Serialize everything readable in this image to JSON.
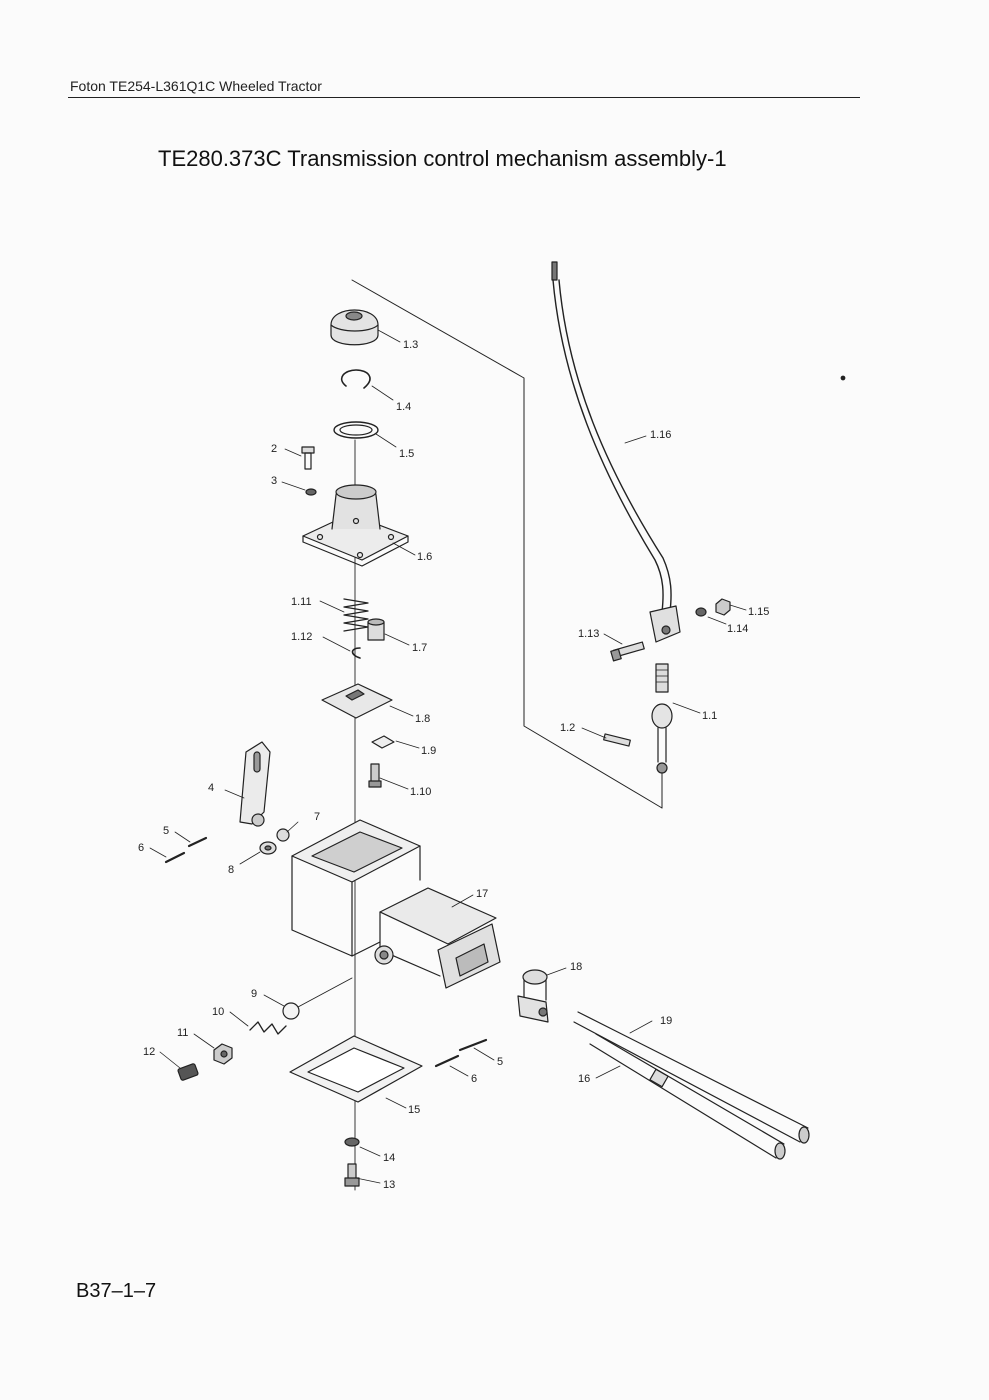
{
  "header": {
    "document_title": "Foton TE254-L361Q1C Wheeled Tractor"
  },
  "drawing": {
    "title": "TE280.373C  Transmission control mechanism assembly-1"
  },
  "footer": {
    "page_code": "B37–1–7"
  },
  "callouts": {
    "c1_3": "1.3",
    "c1_4": "1.4",
    "c1_5": "1.5",
    "c1_6": "1.6",
    "c1_7": "1.7",
    "c1_8": "1.8",
    "c1_9": "1.9",
    "c1_10": "1.10",
    "c1_11": "1.11",
    "c1_12": "1.12",
    "c1_13": "1.13",
    "c1_14": "1.14",
    "c1_15": "1.15",
    "c1_16": "1.16",
    "c1_1": "1.1",
    "c1_2": "1.2",
    "c2": "2",
    "c3": "3",
    "c4": "4",
    "c5a": "5",
    "c5b": "5",
    "c6a": "6",
    "c6b": "6",
    "c7": "7",
    "c8": "8",
    "c9": "9",
    "c10": "10",
    "c11": "11",
    "c12": "12",
    "c13": "13",
    "c14": "14",
    "c15": "15",
    "c16": "16",
    "c17": "17",
    "c18": "18",
    "c19": "19"
  }
}
